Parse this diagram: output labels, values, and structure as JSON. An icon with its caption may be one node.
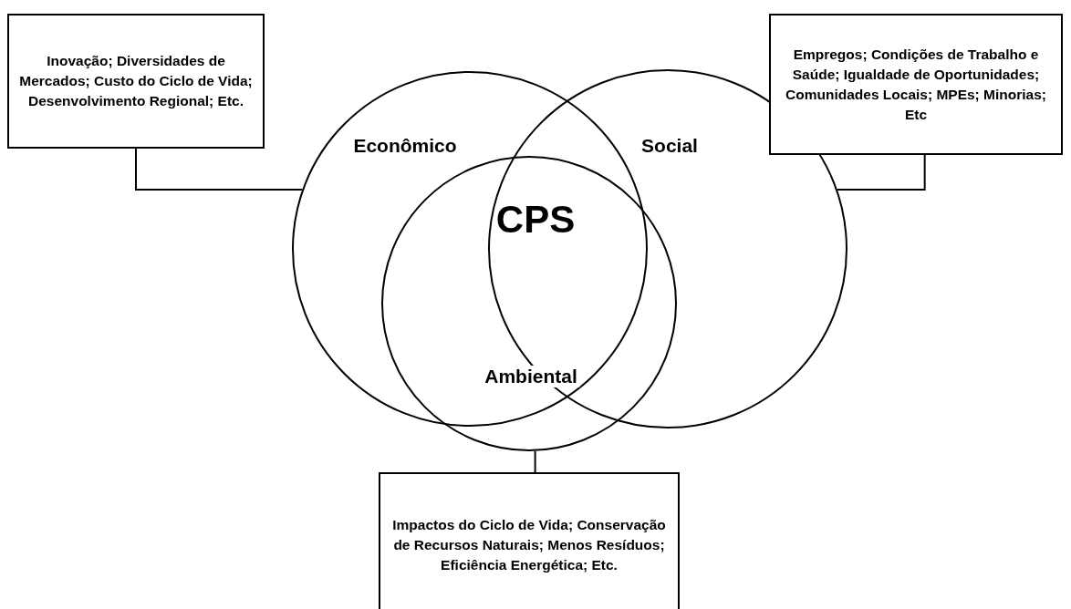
{
  "diagram": {
    "nodes": [
      {
        "text": [
          "Inovação; Diversidades de Mercados; Custo do Ciclo de Vida; Desenvolvimento Regional; Etc."
        ]
      },
      {
        "text": [
          "Econômico"
        ]
      },
      {
        "text": [
          "Social"
        ]
      },
      {
        "text": [
          "Empregos; Condições de Trabalho e Saúde; Igualdade de Oportunidades; Comunidades Locais; MPEs; Minorias; Etc"
        ]
      },
      {
        "text": [
          "Ambiental"
        ]
      },
      {
        "text": [
          "Impactos do Ciclo de Vida; Conservação de Recursos Naturais; Menos Resíduos; Eficiência Energética; Etc."
        ]
      }
    ],
    "edges": [
      {
        "from": 0,
        "to": 1,
        "arrow": "none"
      },
      {
        "from": 3,
        "to": 2,
        "arrow": "none"
      },
      {
        "from": 5,
        "to": 4,
        "arrow": "none"
      }
    ],
    "labels": [
      "CPS"
    ]
  }
}
